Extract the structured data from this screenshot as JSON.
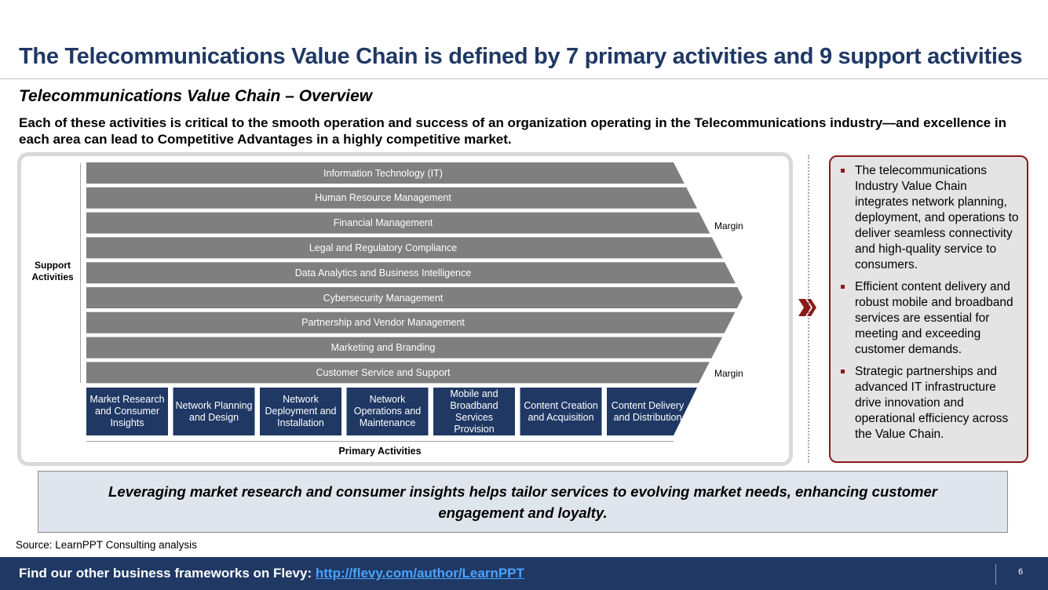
{
  "title": "The Telecommunications Value Chain is defined by 7 primary activities and 9 support activities",
  "subtitle": "Telecommunications Value Chain – Overview",
  "description": "Each of these activities is critical to the smooth operation and success of an organization operating in the Telecommunications industry—and excellence in each area can lead to Competitive Advantages in a highly competitive market.",
  "diagram": {
    "support_label": "Support Activities",
    "primary_label": "Primary Activities",
    "margin_top": "Margin",
    "margin_bottom": "Margin",
    "support_activities": [
      "Information Technology (IT)",
      "Human Resource Management",
      "Financial Management",
      "Legal and Regulatory Compliance",
      "Data Analytics and Business Intelligence",
      "Cybersecurity Management",
      "Partnership and Vendor Management",
      "Marketing and Branding",
      "Customer Service and Support"
    ],
    "primary_activities": [
      "Market Research and Consumer Insights",
      "Network Planning and Design",
      "Network Deployment and Installation",
      "Network Operations and Maintenance",
      "Mobile and Broadband Services Provision",
      "Content Creation and Acquisition",
      "Content Delivery and Distribution"
    ]
  },
  "notes": [
    "The telecommunications Industry Value Chain integrates network planning, deployment, and operations to deliver seamless connectivity and high-quality service to consumers.",
    "Efficient content delivery and robust mobile and broadband services are essential for meeting and exceeding customer demands.",
    "Strategic partnerships and advanced IT infrastructure drive innovation and operational efficiency across the Value Chain."
  ],
  "callout": "Leveraging market research and consumer insights helps tailor services to evolving market needs, enhancing customer engagement and loyalty.",
  "source": "Source: LearnPPT Consulting analysis",
  "footer": {
    "text": "Find our other business frameworks on Flevy: ",
    "link": "http://flevy.com/author/LearnPPT",
    "page_number": "6"
  },
  "colors": {
    "title": "#1f3864",
    "support_bar": "#7f7f7f",
    "primary_box": "#1f3864",
    "accent": "#8b1a1a",
    "footer": "#1f3864"
  }
}
